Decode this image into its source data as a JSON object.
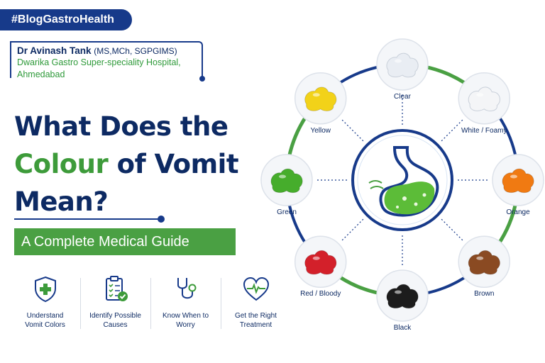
{
  "hashtag": "#BlogGastroHealth",
  "author": {
    "name": "Dr Avinash Tank",
    "credentials": "(MS,MCh, SGPGIMS)",
    "hospital_line1": "Dwarika Gastro Super-speciality Hospital,",
    "hospital_line2": "Ahmedabad"
  },
  "title": {
    "line1": "What Does the",
    "line2_green": "Colour",
    "line2_rest": " of Vomit",
    "line3": "Mean?"
  },
  "subtitle": "A Complete Medical Guide",
  "features": [
    {
      "icon": "shield-plus-icon",
      "line1": "Understand",
      "line2": "Vomit Colors"
    },
    {
      "icon": "clipboard-check-icon",
      "line1": "Identify Possible",
      "line2": "Causes"
    },
    {
      "icon": "stethoscope-icon",
      "line1": "Know When to",
      "line2": "Worry"
    },
    {
      "icon": "heart-pulse-icon",
      "line1": "Get the Right",
      "line2": "Treatment"
    }
  ],
  "colours": [
    {
      "label": "Clear",
      "color": "#e9edf3"
    },
    {
      "label": "White / Foamy",
      "color": "#f4f5f7"
    },
    {
      "label": "Orange",
      "color": "#f07a12"
    },
    {
      "label": "Brown",
      "color": "#8a4a22"
    },
    {
      "label": "Black",
      "color": "#1c1c1c"
    },
    {
      "label": "Red / Bloody",
      "color": "#d3202a"
    },
    {
      "label": "Green",
      "color": "#46ad2c"
    },
    {
      "label": "Yellow",
      "color": "#f2d219"
    }
  ],
  "palette": {
    "navy": "#0d2a63",
    "brand_blue": "#173a8a",
    "green": "#3d9b3a"
  }
}
